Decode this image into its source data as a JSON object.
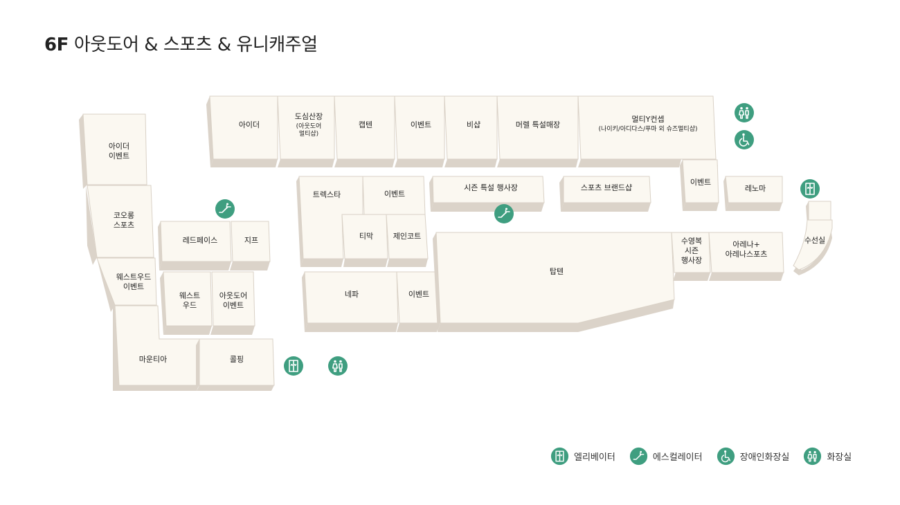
{
  "page": {
    "floor": "6F",
    "title": "아웃도어 & 스포츠 & 유니캐주얼"
  },
  "colors": {
    "shop_top": "#fbf8f1",
    "shop_side": "#dbd3c9",
    "icon_green": "#3f9e80"
  },
  "shops": {
    "aider_event": [
      "아이더",
      "이벤트"
    ],
    "kolon": [
      "코오롱",
      "스포츠"
    ],
    "westwood_event": [
      "웨스트우드",
      "이벤트"
    ],
    "mountia": [
      "마운티아"
    ],
    "reddface": [
      "레드페이스"
    ],
    "jip": [
      "지프"
    ],
    "westwood": [
      "웨스트",
      "우드"
    ],
    "outdoor_event": [
      "아웃도어",
      "이벤트"
    ],
    "kulping": [
      "콜핑"
    ],
    "aider": [
      "아이더"
    ],
    "dosim": [
      "도심산장"
    ],
    "dosim_sub": [
      "(아웃도어",
      "멀티샵)"
    ],
    "kaptain": [
      "캡텐"
    ],
    "event1": [
      "이벤트"
    ],
    "bisyap": [
      "비샵"
    ],
    "merrell": [
      "머렐 특설매장"
    ],
    "multi_y": [
      "멀티Y컨셉"
    ],
    "multi_y_sub": [
      "(나이키/아디다스/푸마 외 슈즈멀티샵)"
    ],
    "event_y": [
      "이벤트"
    ],
    "renoma": [
      "레노마"
    ],
    "trekstar": [
      "트렉스타"
    ],
    "event2": [
      "이벤트"
    ],
    "timak": [
      "티막"
    ],
    "jaincoat": [
      "제인코트"
    ],
    "season_special": [
      "시즌 특설 행사장"
    ],
    "sports_brand": [
      "스포츠 브랜드샵"
    ],
    "nepa": [
      "네파"
    ],
    "event3": [
      "이벤트"
    ],
    "tapten": [
      "탑텐"
    ],
    "swim": [
      "수영복",
      "시즌",
      "행사장"
    ],
    "arena": [
      "아레나+",
      "아레나스포츠"
    ],
    "susunsil": [
      "수선실"
    ]
  },
  "facilities": [
    {
      "type": "restroom-icon"
    },
    {
      "type": "accessible-restroom-icon"
    },
    {
      "type": "elevator-icon"
    },
    {
      "type": "escalator-icon"
    },
    {
      "type": "escalator-icon"
    },
    {
      "type": "elevator-icon"
    },
    {
      "type": "restroom-icon"
    }
  ],
  "legend": {
    "elevator": "엘리베이터",
    "escalator": "에스컬레이터",
    "accessible_restroom": "장애인화장실",
    "restroom": "화장실"
  }
}
